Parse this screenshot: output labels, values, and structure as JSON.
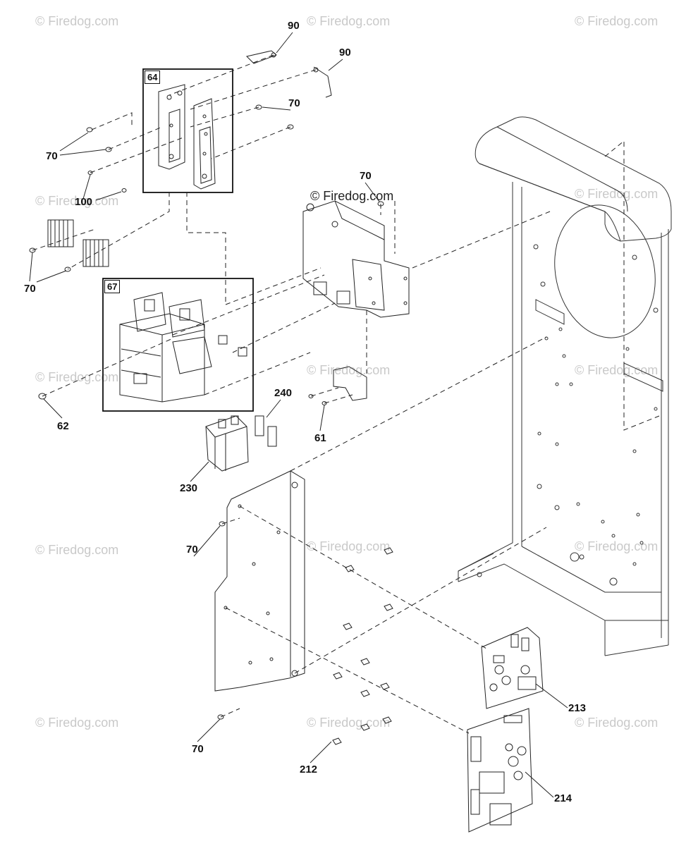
{
  "watermark": "© Firedog.com",
  "callouts": {
    "c90a": "90",
    "c90b": "90",
    "c70a": "70",
    "c70b": "70",
    "c70c": "70",
    "c70d": "70",
    "c70e": "70",
    "c70f": "70",
    "c100": "100",
    "c62": "62",
    "c240": "240",
    "c61": "61",
    "c230": "230",
    "c213": "213",
    "c214": "214",
    "c212": "212"
  },
  "boxes": {
    "box64": "64",
    "box67": "67"
  }
}
